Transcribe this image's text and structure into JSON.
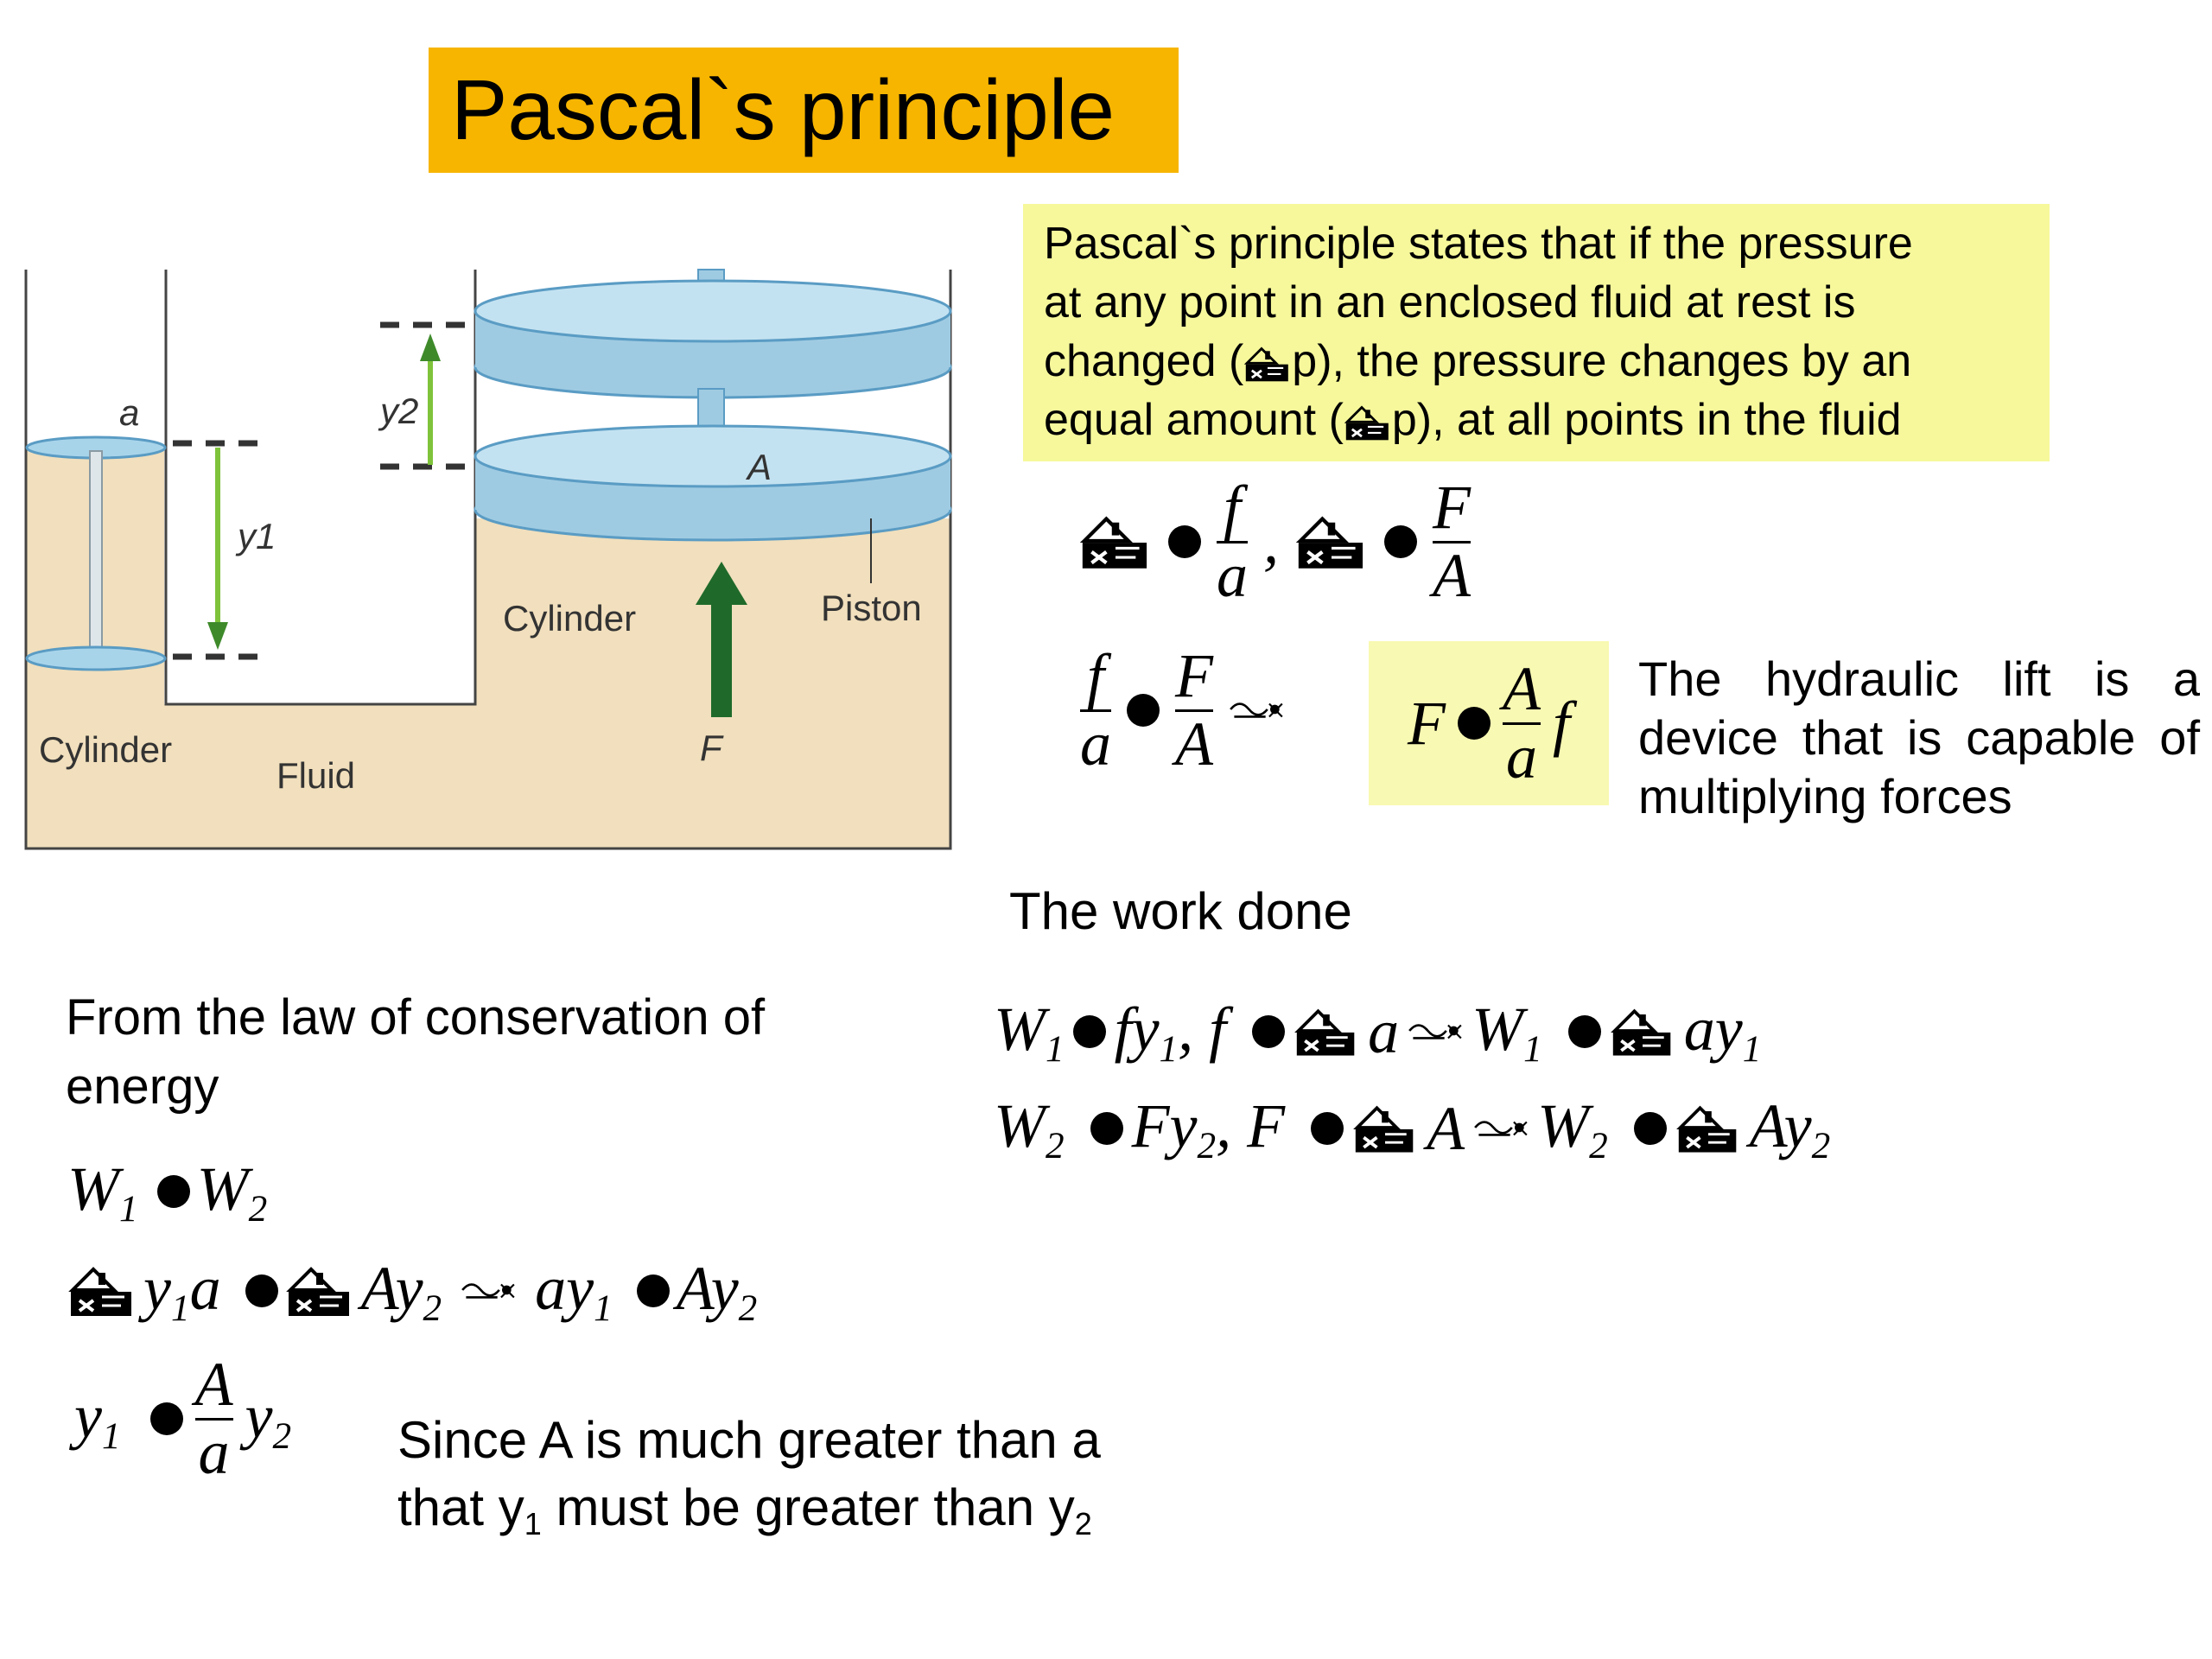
{
  "title": "Pascal`s principle",
  "statement": {
    "line1": "Pascal`s principle states that if the pressure",
    "line2": "at any point in an enclosed fluid at rest is",
    "line3a": "changed (",
    "line3b": "p), the pressure changes by an",
    "line4a": "equal amount (",
    "line4b": "p), at all points in the fluid"
  },
  "diagram": {
    "label_a": "a",
    "label_y2": "y2",
    "label_y1": "y1",
    "label_A": "A",
    "label_cylinder_right": "Cylinder",
    "label_piston": "Piston",
    "label_cylinder_left": "Cylinder",
    "label_fluid": "Fluid",
    "label_F": "F",
    "colors": {
      "fluid": "#f1dfbd",
      "piston": "#a8d4ea",
      "piston_edge": "#5a9cc4",
      "arrow_green": "#1f6a2a"
    }
  },
  "eq1": {
    "f": "f",
    "a": "a",
    "comma": ",",
    "F": "F",
    "A": "A"
  },
  "eq2": {
    "f": "f",
    "a": "a",
    "F": "F",
    "A": "A",
    "F2": "F",
    "A2": "A",
    "a2": "a",
    "f2": "f"
  },
  "hydraulic": "The hydraulic lift is a device that is capable of multiplying forces",
  "work_heading": "The work done",
  "w1": {
    "W": "W",
    "s1": "1",
    "fy": "fy",
    "s2": "1",
    "comma": ", f",
    "a": "a",
    "W2": "W",
    "s3": "1",
    "ay": "ay",
    "s4": "1"
  },
  "w2": {
    "W": "W",
    "s1": "2",
    "Fy": "Fy",
    "s2": "2",
    "comma": ", F",
    "A": "A",
    "W2": "W",
    "s3": "2",
    "Ay": "Ay",
    "s4": "2"
  },
  "conservation": {
    "line1": "From the law of conservation of",
    "line2": "energy"
  },
  "c1": {
    "W": "W",
    "s1": "1",
    "W2": "W",
    "s2": "2"
  },
  "c2": {
    "y": "y",
    "s1": "1",
    "a": "a",
    "Ay": "Ay",
    "s2": "2",
    "ay": "ay",
    "s3": "1",
    "Ay2": "Ay",
    "s4": "2"
  },
  "c3": {
    "y": "y",
    "s1": "1",
    "A": "A",
    "a": "a",
    "y2": "y",
    "s2": "2"
  },
  "since": {
    "line1": "Since A is much greater than a",
    "line2a": "that y",
    "sub1": "1",
    "line2b": " must be greater than y",
    "sub2": "2"
  }
}
